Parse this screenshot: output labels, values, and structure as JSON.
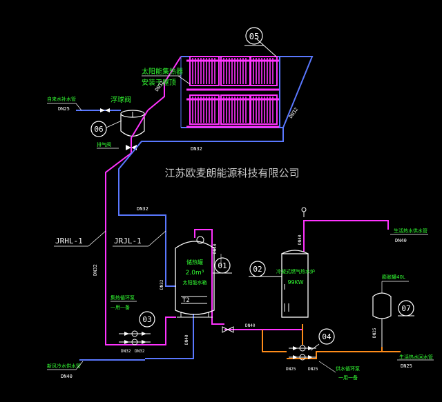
{
  "watermark": "江苏欧麦朗能源科技有限公司",
  "tags": {
    "t05": "05",
    "t06": "06",
    "t01": "01",
    "t02": "02",
    "t03": "03",
    "t04": "04",
    "t07": "07"
  },
  "labels": {
    "solar_collector": "太阳能集热器",
    "install_on_roof": "安装于屋顶",
    "makeup_water": "自来水补水管",
    "overflow_valve": "浮球阀",
    "exhaust_valve": "排气阀",
    "jrhl": "JRHL-1",
    "jrjl": "JRJL-1",
    "tank_name": "储热罐",
    "tank_volume": "2.0m³",
    "tank_sub": "太阳能水箱",
    "heater_name": "冷凝式燃气热水炉",
    "heater_power": "99KW",
    "hot_supply": "生活热水供水管",
    "cold_supply": "新风冷水供水管",
    "circ_pump_title": "集热循环泵",
    "circ_pump_sub": "一用一备",
    "heater_pump_title": "供水循环泵",
    "heater_pump_sub": "一用一备",
    "expansion": "膨胀罐40L",
    "return_supply": "生活热水回水管"
  },
  "dims": {
    "dn25_makeup": "DN25",
    "dn32_left": "DN32",
    "dn32_top": "DN32",
    "dn32_mid": "DN32",
    "dn32_vert": "DN32",
    "dn32_right": "DN32",
    "dn32_tank_side": "DN32",
    "dn40_tank_top": "DN40",
    "dn32_pump_a": "DN32",
    "dn32_pump_b": "DN32",
    "dn40_bottom_left": "DN40",
    "dn40_tank_bottom": "DN40",
    "dn40_heater_out": "DN40",
    "dn40_heater_top": "DN40",
    "dn40_hot": "DN40",
    "dn25_pump_a": "DN25",
    "dn25_pump_b": "DN25",
    "dn25_exp": "DN25",
    "dn25_return": "DN25",
    "t2": "T2"
  },
  "colors": {
    "hot_pipe": "#ff33ff",
    "cold_pipe": "#5a78ff",
    "leader": "#ffffff",
    "green_text": "#33ff33",
    "orange_pipe": "#ff8c1a",
    "panel": "#ff33ff"
  }
}
